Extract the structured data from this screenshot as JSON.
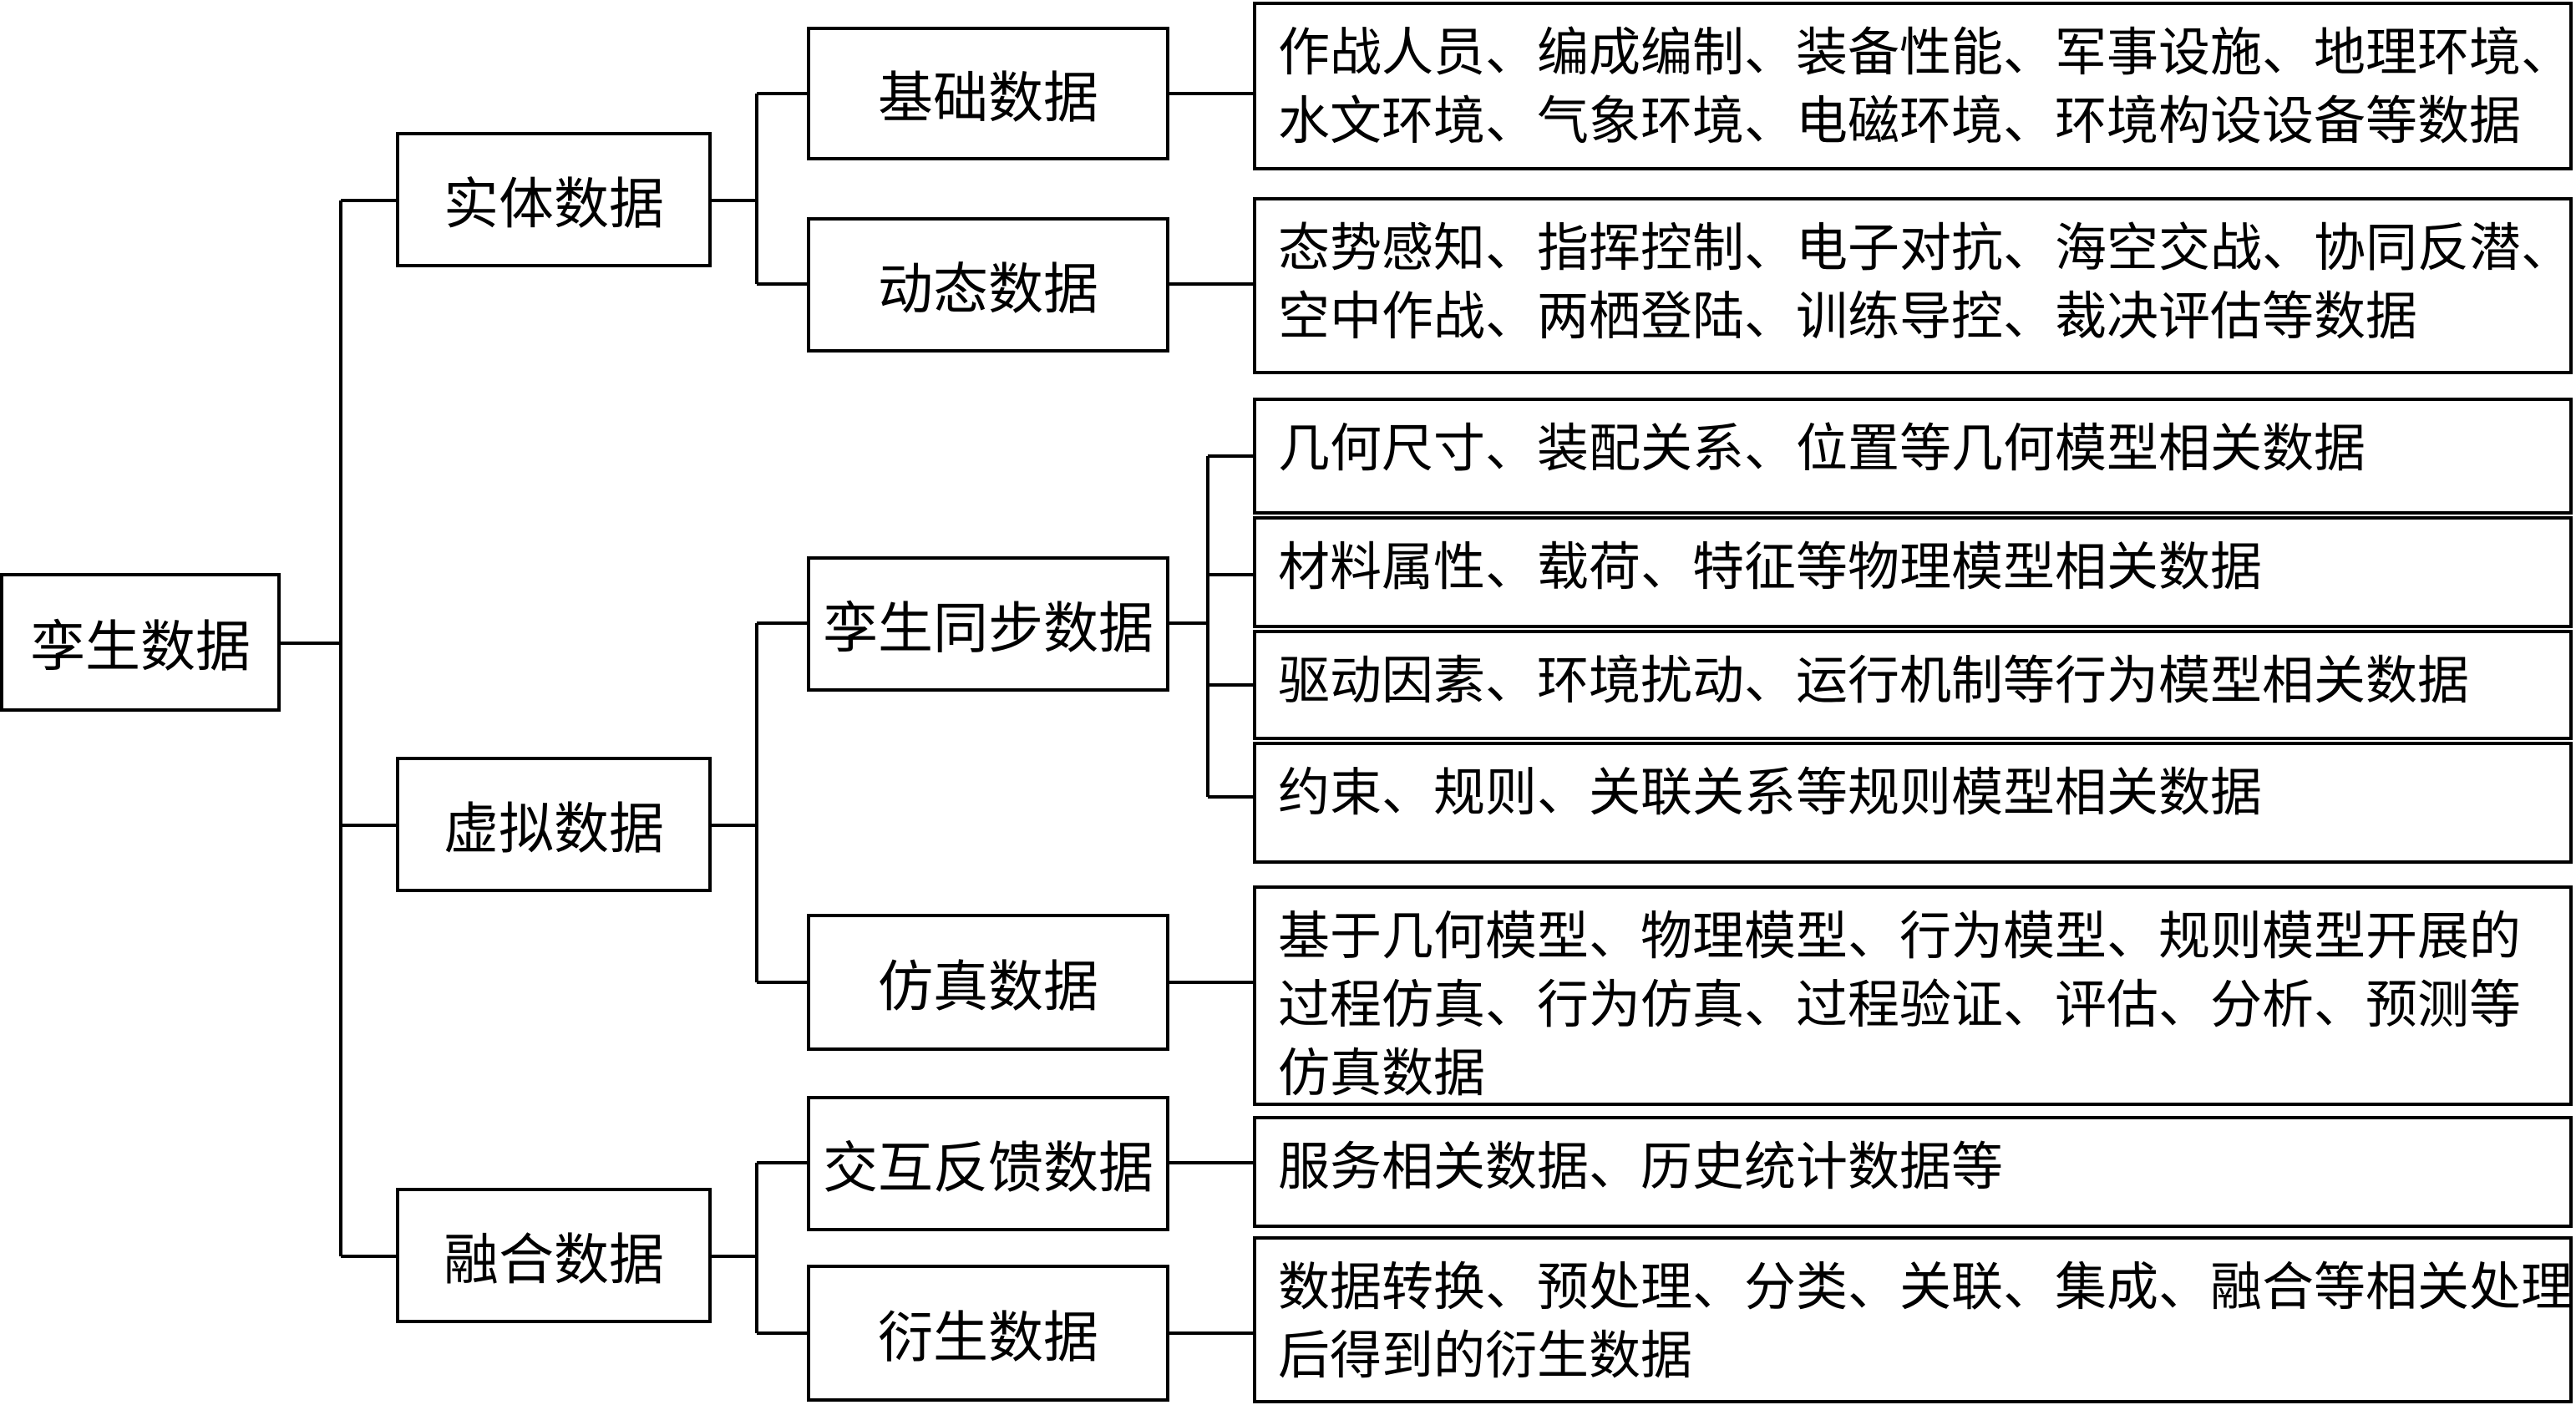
{
  "diagram": {
    "root": "孪生数据",
    "categories": [
      {
        "label": "实体数据",
        "children": [
          {
            "label": "基础数据",
            "details": [
              [
                "作战人员、编成编制、装备性能、军事设施、地理环境、",
                "水文环境、气象环境、电磁环境、环境构设设备等数据"
              ]
            ]
          },
          {
            "label": "动态数据",
            "details": [
              [
                "态势感知、指挥控制、电子对抗、海空交战、协同反潜、",
                "空中作战、两栖登陆、训练导控、裁决评估等数据"
              ]
            ]
          }
        ]
      },
      {
        "label": "虚拟数据",
        "children": [
          {
            "label": "孪生同步数据",
            "details": [
              [
                "几何尺寸、装配关系、位置等几何模型相关数据"
              ],
              [
                "材料属性、载荷、特征等物理模型相关数据"
              ],
              [
                "驱动因素、环境扰动、运行机制等行为模型相关数据"
              ],
              [
                "约束、规则、关联关系等规则模型相关数据"
              ]
            ]
          },
          {
            "label": "仿真数据",
            "details": [
              [
                "基于几何模型、物理模型、行为模型、规则模型开展的",
                "过程仿真、行为仿真、过程验证、评估、分析、预测等",
                "仿真数据"
              ]
            ]
          }
        ]
      },
      {
        "label": "融合数据",
        "children": [
          {
            "label": "交互反馈数据",
            "details": [
              [
                "服务相关数据、历史统计数据等"
              ]
            ]
          },
          {
            "label": "衍生数据",
            "details": [
              [
                "数据转换、预处理、分类、关联、集成、融合等相关处理",
                "后得到的衍生数据"
              ]
            ]
          }
        ]
      }
    ]
  }
}
